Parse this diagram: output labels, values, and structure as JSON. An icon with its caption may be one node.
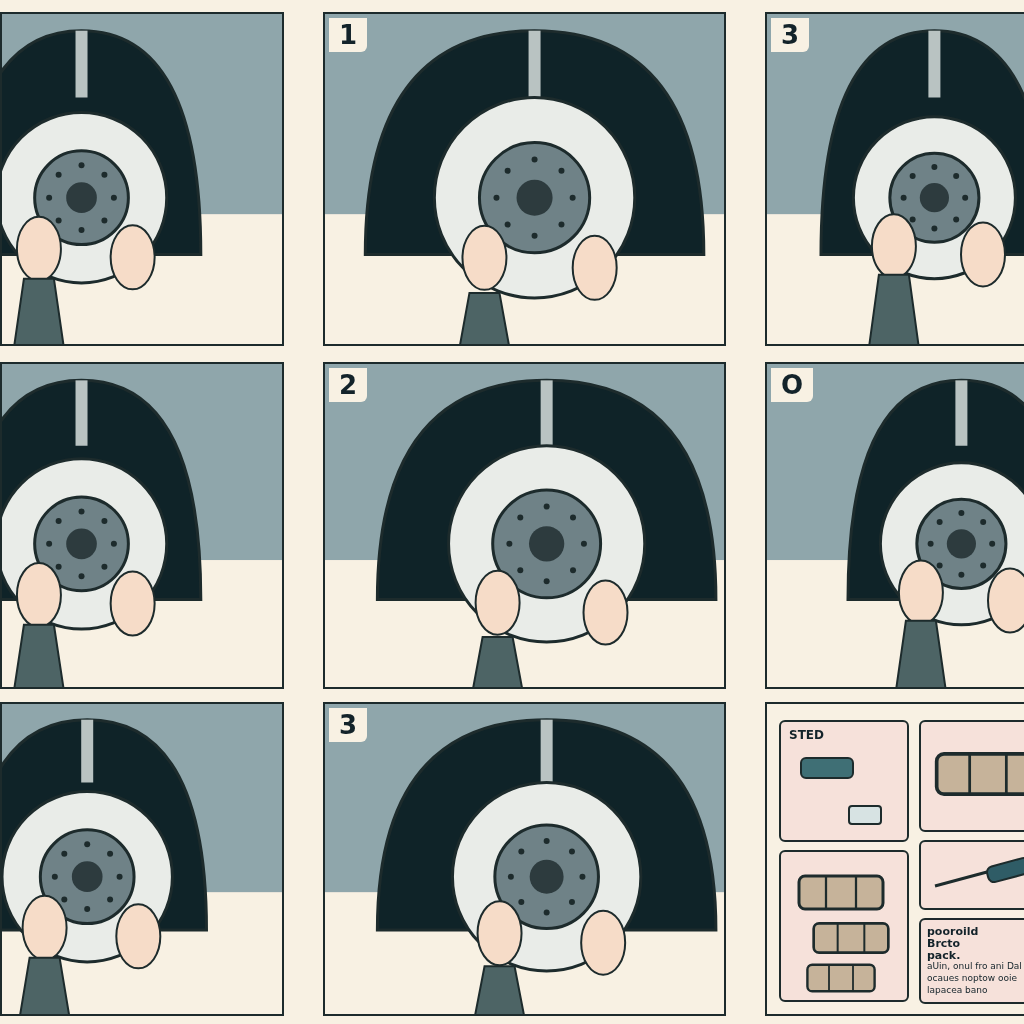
{
  "diagram": {
    "labels": [
      "1",
      "3",
      "2",
      "O",
      "3",
      "STED",
      "pooroild Brcto pack.",
      "aUin, onul fro ani Dal ocaues noptow ooie lapacea bano"
    ]
  }
}
